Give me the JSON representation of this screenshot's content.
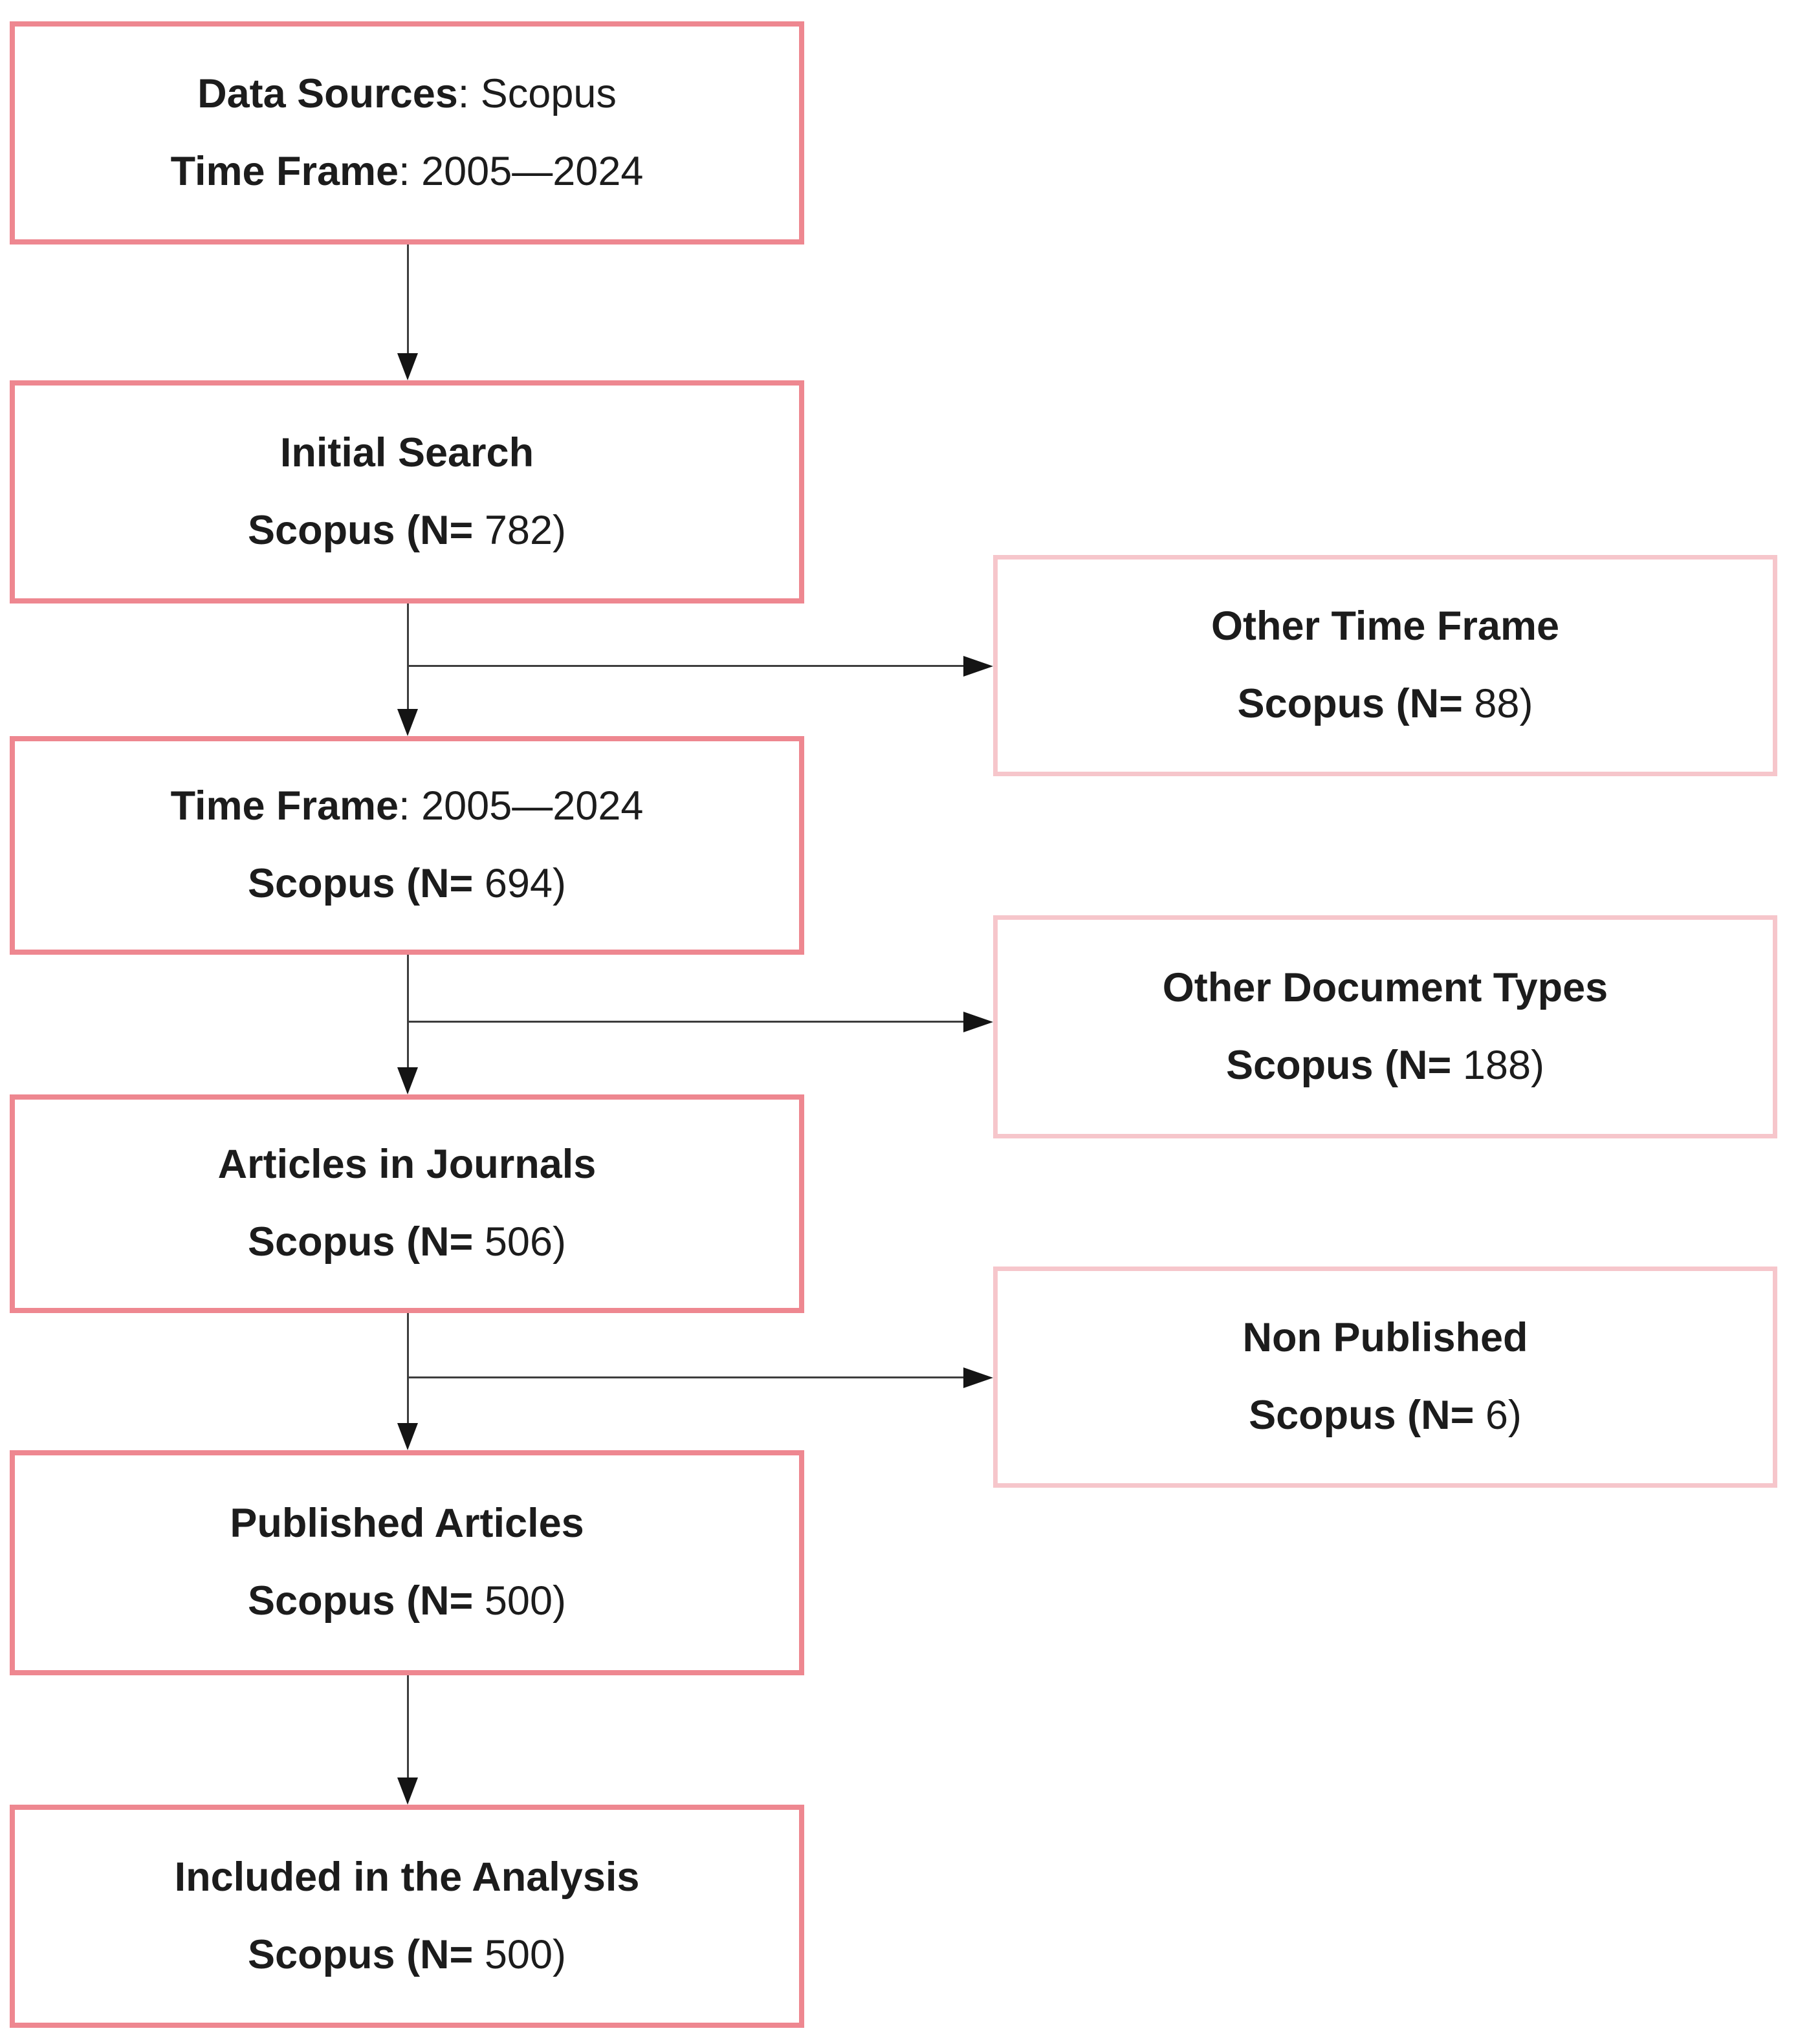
{
  "colors": {
    "main_box_border": "#ee8790",
    "side_box_border": "#f6c6cb",
    "arrow_line": "#3d3d3d",
    "arrow_head": "#141414",
    "text": "#1c1c1c",
    "background": "#ffffff"
  },
  "boxes": {
    "main": [
      {
        "id": "data-sources",
        "lines": [
          {
            "bold": "Data Sources",
            "rest": ": Scopus"
          },
          {
            "bold": "Time Frame",
            "rest": ": 2005—2024"
          }
        ]
      },
      {
        "id": "initial-search",
        "lines": [
          {
            "bold": "Initial Search",
            "rest": ""
          },
          {
            "bold": "Scopus (N=",
            "rest": " 782)"
          }
        ]
      },
      {
        "id": "time-frame",
        "lines": [
          {
            "bold": "Time Frame",
            "rest": ": 2005—2024"
          },
          {
            "bold": "Scopus (N=",
            "rest": " 694)"
          }
        ]
      },
      {
        "id": "articles-in-journals",
        "lines": [
          {
            "bold": "Articles in Journals",
            "rest": ""
          },
          {
            "bold": "Scopus (N=",
            "rest": " 506)"
          }
        ]
      },
      {
        "id": "published-articles",
        "lines": [
          {
            "bold": "Published Articles",
            "rest": ""
          },
          {
            "bold": "Scopus (N=",
            "rest": " 500)"
          }
        ]
      },
      {
        "id": "included-in-the-analysis",
        "lines": [
          {
            "bold": "Included in the Analysis",
            "rest": ""
          },
          {
            "bold": "Scopus (N=",
            "rest": " 500)"
          }
        ]
      }
    ],
    "side": [
      {
        "id": "other-time-frame",
        "lines": [
          {
            "bold": "Other Time Frame",
            "rest": ""
          },
          {
            "bold": "Scopus (N=",
            "rest": " 88)"
          }
        ]
      },
      {
        "id": "other-document-types",
        "lines": [
          {
            "bold": "Other Document Types",
            "rest": ""
          },
          {
            "bold": "Scopus (N=",
            "rest": " 188)"
          }
        ]
      },
      {
        "id": "non-published",
        "lines": [
          {
            "bold": "Non Published",
            "rest": ""
          },
          {
            "bold": "Scopus (N=",
            "rest": " 6)"
          }
        ]
      }
    ]
  },
  "edges": [
    {
      "from": "data-sources",
      "to": "initial-search",
      "direction": "down"
    },
    {
      "from": "initial-search",
      "to": "other-time-frame",
      "direction": "right"
    },
    {
      "from": "initial-search",
      "to": "time-frame",
      "direction": "down"
    },
    {
      "from": "time-frame",
      "to": "other-document-types",
      "direction": "right"
    },
    {
      "from": "time-frame",
      "to": "articles-in-journals",
      "direction": "down"
    },
    {
      "from": "articles-in-journals",
      "to": "non-published",
      "direction": "right"
    },
    {
      "from": "articles-in-journals",
      "to": "published-articles",
      "direction": "down"
    },
    {
      "from": "published-articles",
      "to": "included-in-the-analysis",
      "direction": "down"
    }
  ]
}
